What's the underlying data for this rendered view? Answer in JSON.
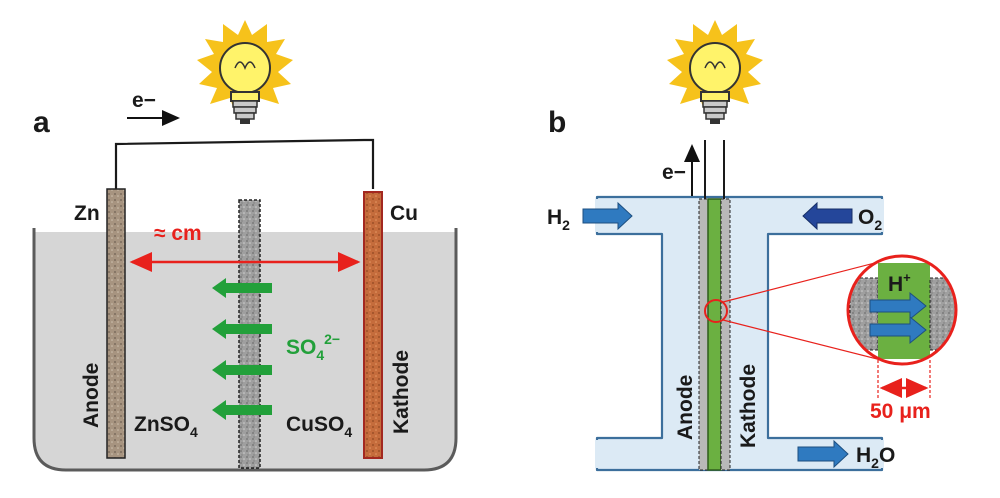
{
  "panel_a": {
    "label": "a",
    "electron": "e−",
    "anode_metal": "Zn",
    "cathode_metal": "Cu",
    "distance": "≈ cm",
    "ion_base": "SO",
    "ion_sub": "4",
    "ion_sup": "2−",
    "anode_label": "Anode",
    "cathode_label": "Kathode",
    "electrolyte_left_base": "ZnSO",
    "electrolyte_left_sub": "4",
    "electrolyte_right_base": "CuSO",
    "electrolyte_right_sub": "4"
  },
  "panel_b": {
    "label": "b",
    "electron": "e−",
    "fuel_base": "H",
    "fuel_sub": "2",
    "oxidant_base": "O",
    "oxidant_sub": "2",
    "product_base": "H",
    "product_sub": "2",
    "product_tail": "O",
    "anode_label": "Anode",
    "cathode_label": "Kathode",
    "proton_base": "H",
    "proton_sup": "+",
    "thickness": "50 μm"
  },
  "colors": {
    "electrolyte": "#d6d6d6",
    "zinc": "#a58f7a",
    "copper": "#c4693a",
    "ion_arrow": "#22a03a",
    "gas_arrow": "#2f7ac0",
    "membrane": "#6bb041",
    "channel": "#dceaf5",
    "channel_border": "#3c6f9c",
    "accent_red": "#e8211c"
  },
  "icons": [
    "light-bulb-icon",
    "light-bulb-icon"
  ]
}
